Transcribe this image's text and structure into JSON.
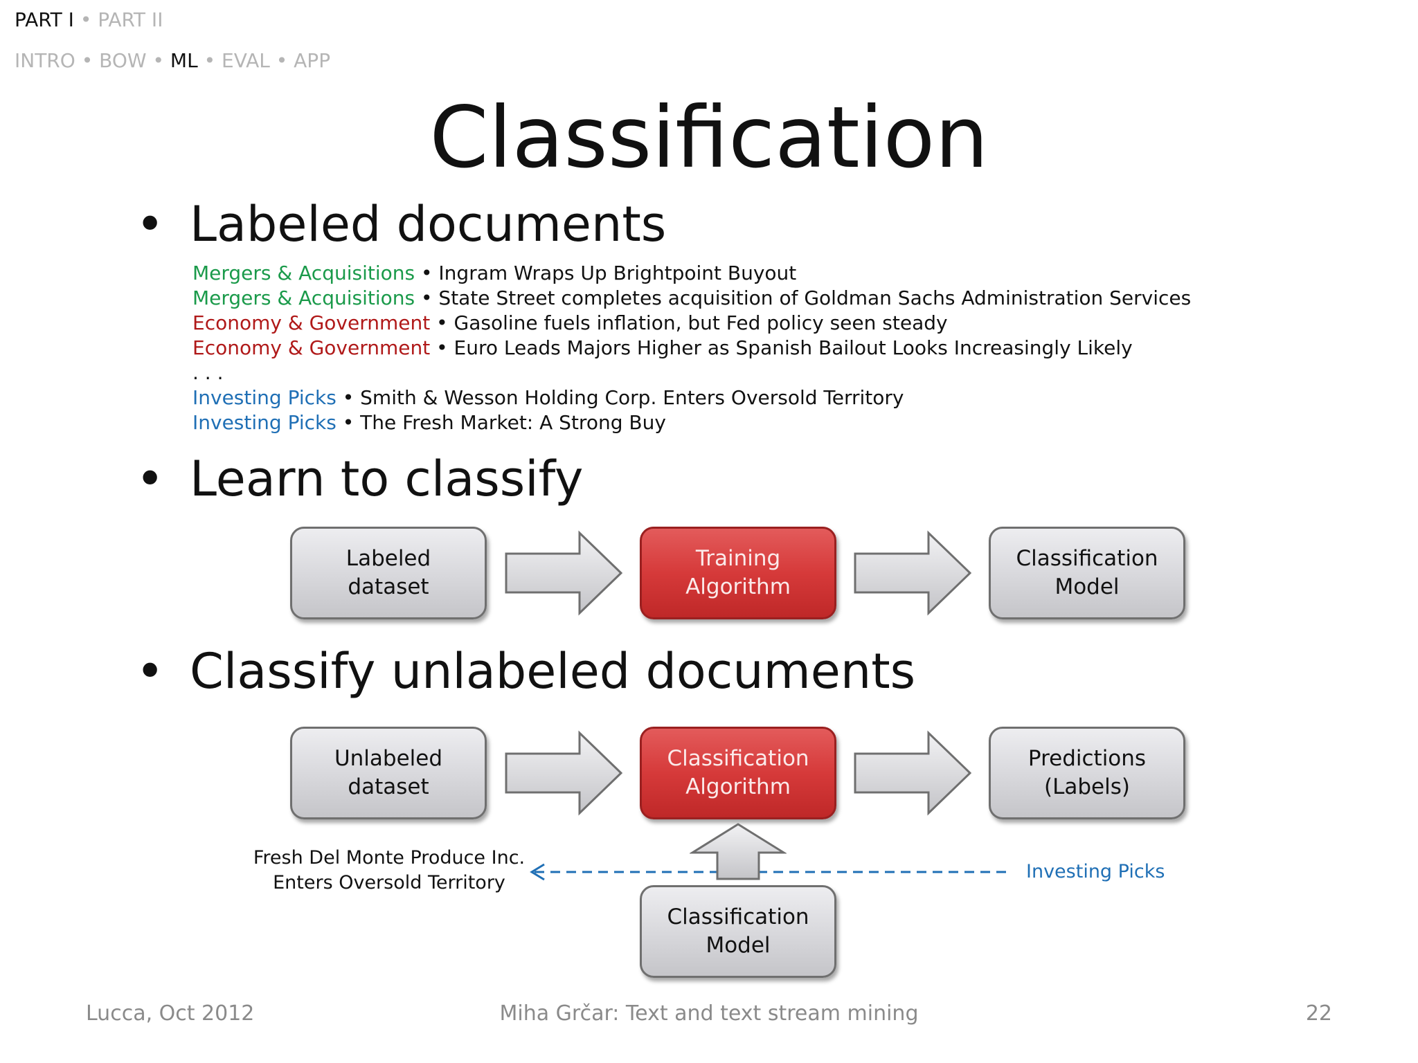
{
  "nav": {
    "parts": [
      {
        "label": "PART I",
        "active": true
      },
      {
        "label": "PART II",
        "active": false
      }
    ],
    "sections": [
      {
        "label": "INTRO",
        "active": false
      },
      {
        "label": "BOW",
        "active": false
      },
      {
        "label": "ML",
        "active": true
      },
      {
        "label": "EVAL",
        "active": false
      },
      {
        "label": "APP",
        "active": false
      }
    ],
    "separator": "•"
  },
  "title": "Classification",
  "bullets": [
    {
      "marker": "•",
      "text": "Labeled documents"
    },
    {
      "marker": "•",
      "text": "Learn to classify"
    },
    {
      "marker": "•",
      "text": "Classify unlabeled documents"
    }
  ],
  "documents": [
    {
      "category": "Mergers & Acquisitions",
      "sep": " • ",
      "title": "Ingram Wraps Up Brightpoint Buyout",
      "color": "#1a9a4a"
    },
    {
      "category": "Mergers & Acquisitions",
      "sep": " • ",
      "title": "State Street completes acquisition of Goldman Sachs Administration Services",
      "color": "#1a9a4a"
    },
    {
      "category": "Economy & Government",
      "sep": " • ",
      "title": "Gasoline fuels inflation, but Fed policy seen steady",
      "color": "#b01919"
    },
    {
      "category": "Economy & Government",
      "sep": " • ",
      "title": "Euro Leads Majors Higher as Spanish Bailout Looks Increasingly Likely",
      "color": "#b01919"
    },
    {
      "category": "",
      "sep": "",
      "title": ". . .",
      "color": "#111111"
    },
    {
      "category": "Investing Picks",
      "sep": " • ",
      "title": "Smith & Wesson Holding Corp. Enters Oversold Territory",
      "color": "#1f6fb5"
    },
    {
      "category": "Investing Picks",
      "sep": " • ",
      "title": "The Fresh Market: A Strong Buy",
      "color": "#1f6fb5"
    }
  ],
  "training_flow": {
    "input": "Labeled\ndataset",
    "algorithm": "Training\nAlgorithm",
    "output": "Classification\nModel"
  },
  "classify_flow": {
    "input": "Unlabeled\ndataset",
    "algorithm": "Classification\nAlgorithm",
    "output": "Predictions\n(Labels)",
    "model": "Classification\nModel",
    "example_doc": "Fresh Del Monte Produce Inc.\nEnters Oversold Territory",
    "example_label": "Investing Picks"
  },
  "colors": {
    "algorithm_box": "#d63a3a",
    "data_box": "#d7d7db",
    "label_blue": "#1f6fb5",
    "category_green": "#1a9a4a",
    "category_red": "#b01919"
  },
  "footer": {
    "left": "Lucca, Oct 2012",
    "center": "Miha Grčar: Text and text stream mining",
    "page": "22"
  }
}
